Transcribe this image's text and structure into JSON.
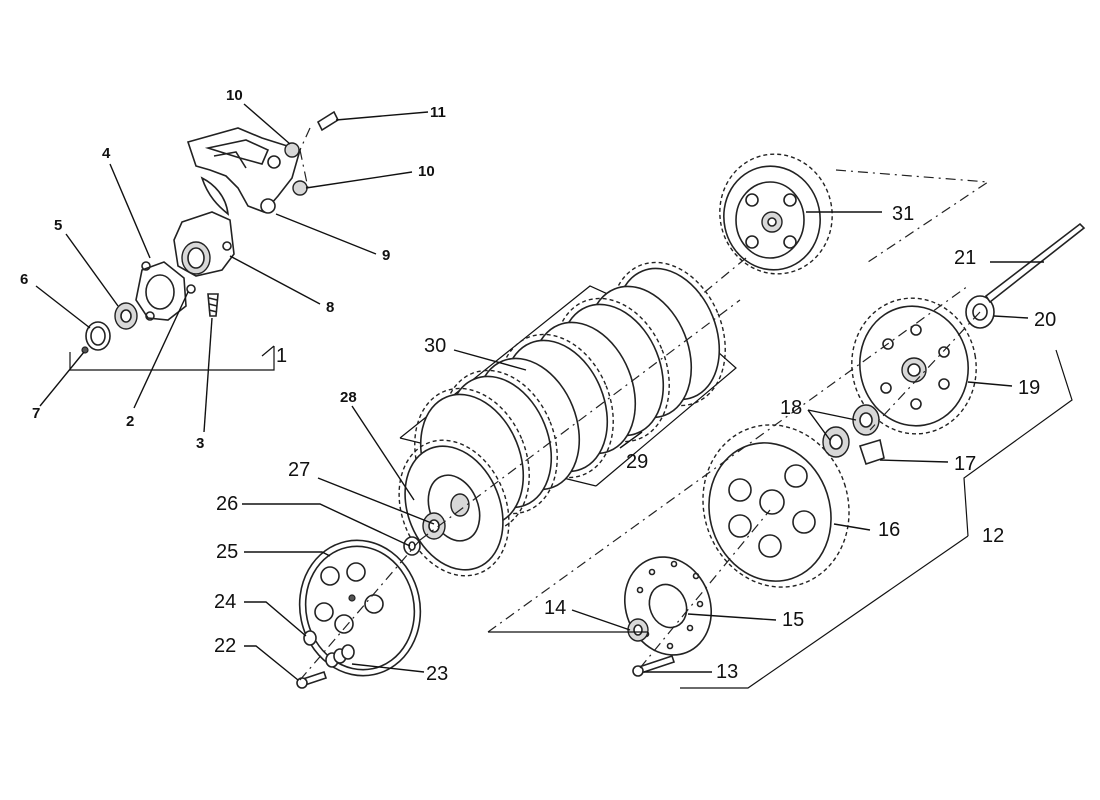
{
  "diagram": {
    "callouts": {
      "n1": "1",
      "n2": "2",
      "n3": "3",
      "n4": "4",
      "n5": "5",
      "n6": "6",
      "n7": "7",
      "n8": "8",
      "n9": "9",
      "n10a": "10",
      "n10b": "10",
      "n11": "11",
      "n12": "12",
      "n13": "13",
      "n14": "14",
      "n15": "15",
      "n16": "16",
      "n17": "17",
      "n18": "18",
      "n19": "19",
      "n20": "20",
      "n21": "21",
      "n22": "22",
      "n23": "23",
      "n24": "24",
      "n25": "25",
      "n26": "26",
      "n27": "27",
      "n28": "28",
      "n29": "29",
      "n30": "30",
      "n31": "31"
    }
  }
}
